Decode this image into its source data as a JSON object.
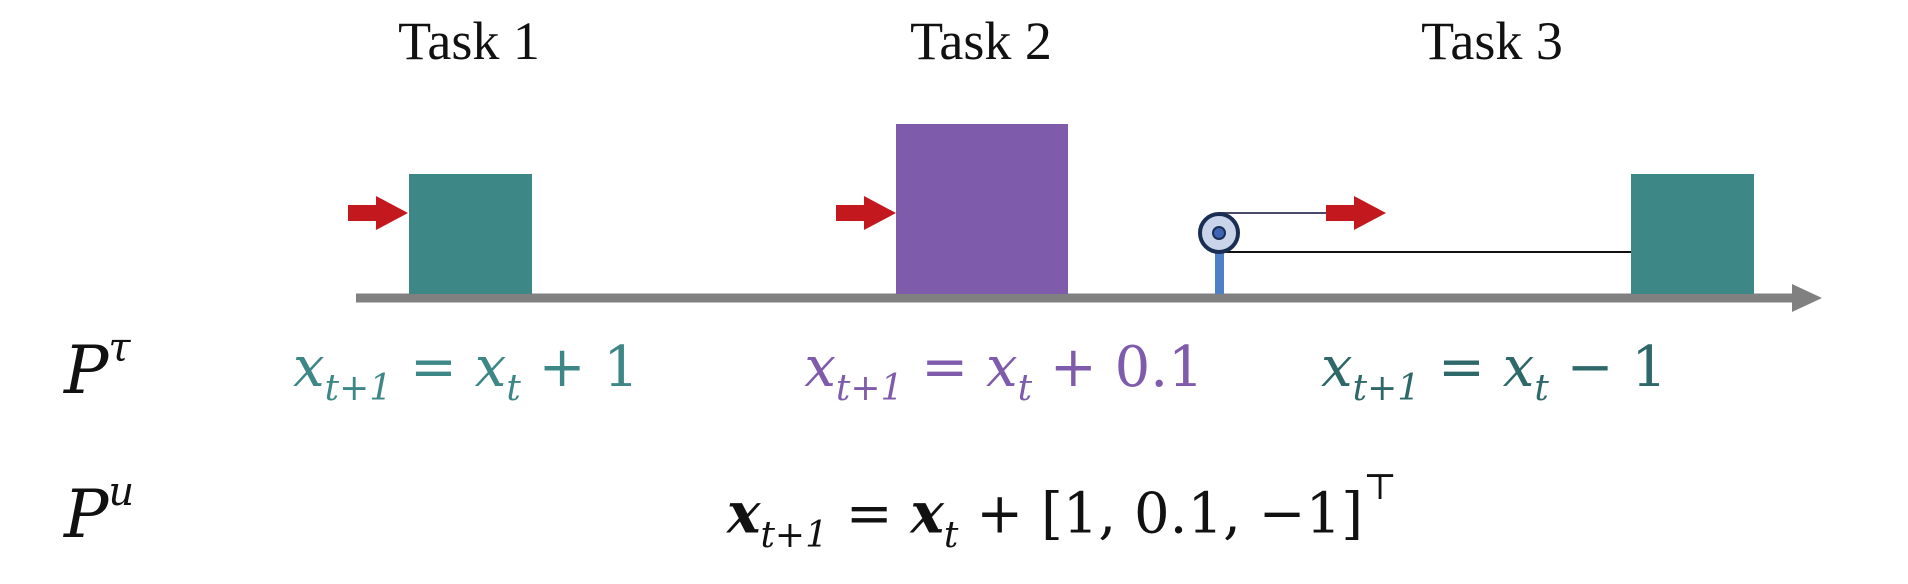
{
  "tasks": [
    {
      "label": "Task 1"
    },
    {
      "label": "Task 2"
    },
    {
      "label": "Task 3"
    }
  ],
  "rows": {
    "task_row": {
      "symbol": "P",
      "superscript": "τ"
    },
    "universal_row": {
      "symbol": "P",
      "superscript": "u"
    }
  },
  "equations": {
    "task1": {
      "lhs_var": "x",
      "lhs_sub": "t+1",
      "eq": "=",
      "rhs_var": "x",
      "rhs_sub": "t",
      "op": "+",
      "const": "1"
    },
    "task2": {
      "lhs_var": "x",
      "lhs_sub": "t+1",
      "eq": "=",
      "rhs_var": "x",
      "rhs_sub": "t",
      "op": "+",
      "const": "0.1"
    },
    "task3": {
      "lhs_var": "x",
      "lhs_sub": "t+1",
      "eq": "=",
      "rhs_var": "x",
      "rhs_sub": "t",
      "op": "−",
      "const": "1"
    },
    "universal": {
      "lhs_var": "x",
      "lhs_sub": "t+1",
      "eq": "=",
      "rhs_var": "x",
      "rhs_sub": "t",
      "op": "+",
      "vector": "[1, 0.1, −1]",
      "transpose": "⊤"
    }
  },
  "colors": {
    "teal_block": "#3d8786",
    "purple_block": "#7e5bab",
    "arrow_red": "#c4181f",
    "axis_gray": "#808080",
    "pulley_blue": "#4e7fc7",
    "pulley_outline": "#1a2d52"
  }
}
